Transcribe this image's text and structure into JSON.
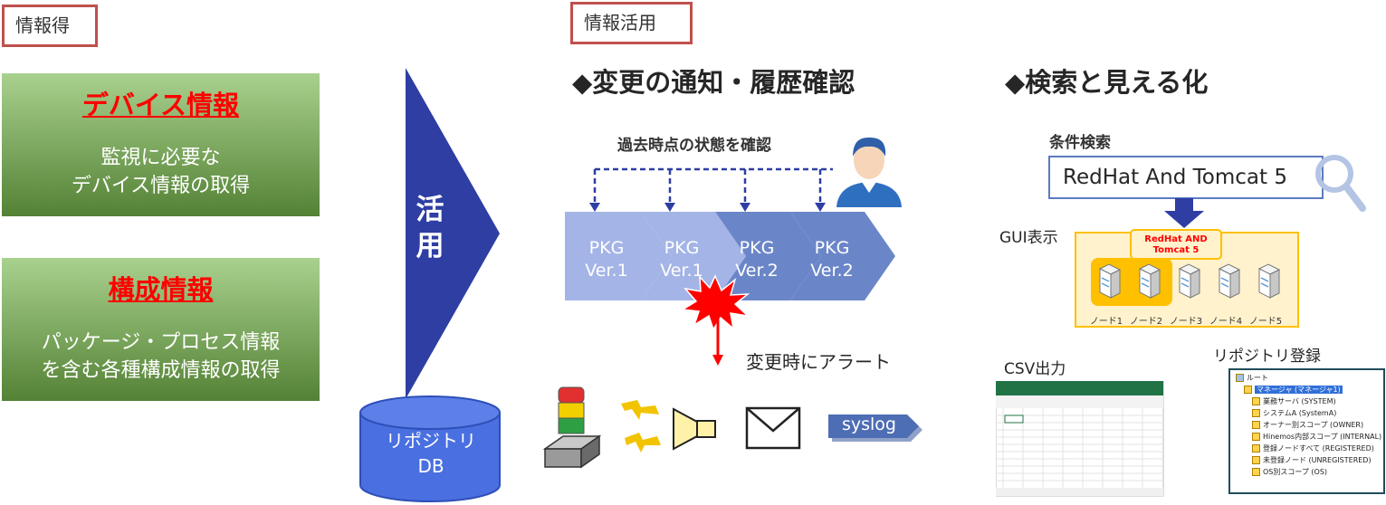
{
  "left": {
    "label": "情報得",
    "panels": [
      {
        "title": "デバイス情報",
        "desc": "監視に必要な\nデバイス情報の取得"
      },
      {
        "title": "構成情報",
        "desc": "パッケージ・プロセス情報\nを含む各種構成情報の取得"
      }
    ]
  },
  "arrow_text": "活\n用",
  "repository_db": "リポジトリ\nDB",
  "middle": {
    "label": "情報活用",
    "heading": "◆変更の通知・履歴確認",
    "history_caption": "過去時点の状態を確認",
    "packages": [
      {
        "text": "PKG\nVer.1",
        "color": "#a4b4e6"
      },
      {
        "text": "PKG\nVer.1",
        "color": "#a4b4e6"
      },
      {
        "text": "PKG\nVer.2",
        "color": "#6b86c8"
      },
      {
        "text": "PKG\nVer.2",
        "color": "#6b86c8"
      }
    ],
    "alert_caption": "変更時にアラート",
    "syslog": "syslog"
  },
  "right": {
    "heading": "◆検索と見える化",
    "search_label": "条件検索",
    "search_query": "RedHat And Tomcat 5",
    "gui_label": "GUI表示",
    "callout": "RedHat AND\nTomcat 5",
    "nodes": [
      "ノード1",
      "ノード2",
      "ノード3",
      "ノード4",
      "ノード5"
    ],
    "csv_label": "CSV出力",
    "repo_label": "リポジトリ登録",
    "tree": [
      {
        "text": "ルート",
        "indent": 0
      },
      {
        "text": "マネージャ (マネージャ1)",
        "indent": 1,
        "selected": true
      },
      {
        "text": "業務サーバ (SYSTEM)",
        "indent": 2
      },
      {
        "text": "システムA (SystemA)",
        "indent": 2
      },
      {
        "text": "オーナー別スコープ (OWNER)",
        "indent": 2
      },
      {
        "text": "Hinemos内部スコープ (INTERNAL)",
        "indent": 2
      },
      {
        "text": "登録ノードすべて (REGISTERED)",
        "indent": 2
      },
      {
        "text": "未登録ノード (UNREGISTERED)",
        "indent": 2
      },
      {
        "text": "OS別スコープ (OS)",
        "indent": 2
      }
    ]
  },
  "colors": {
    "accent_red": "#ff0000",
    "navy": "#2e3ea3",
    "green_top": "#a9d18e",
    "green_bottom": "#548235",
    "label_border": "#c0504d",
    "highlight": "#ffc000"
  }
}
